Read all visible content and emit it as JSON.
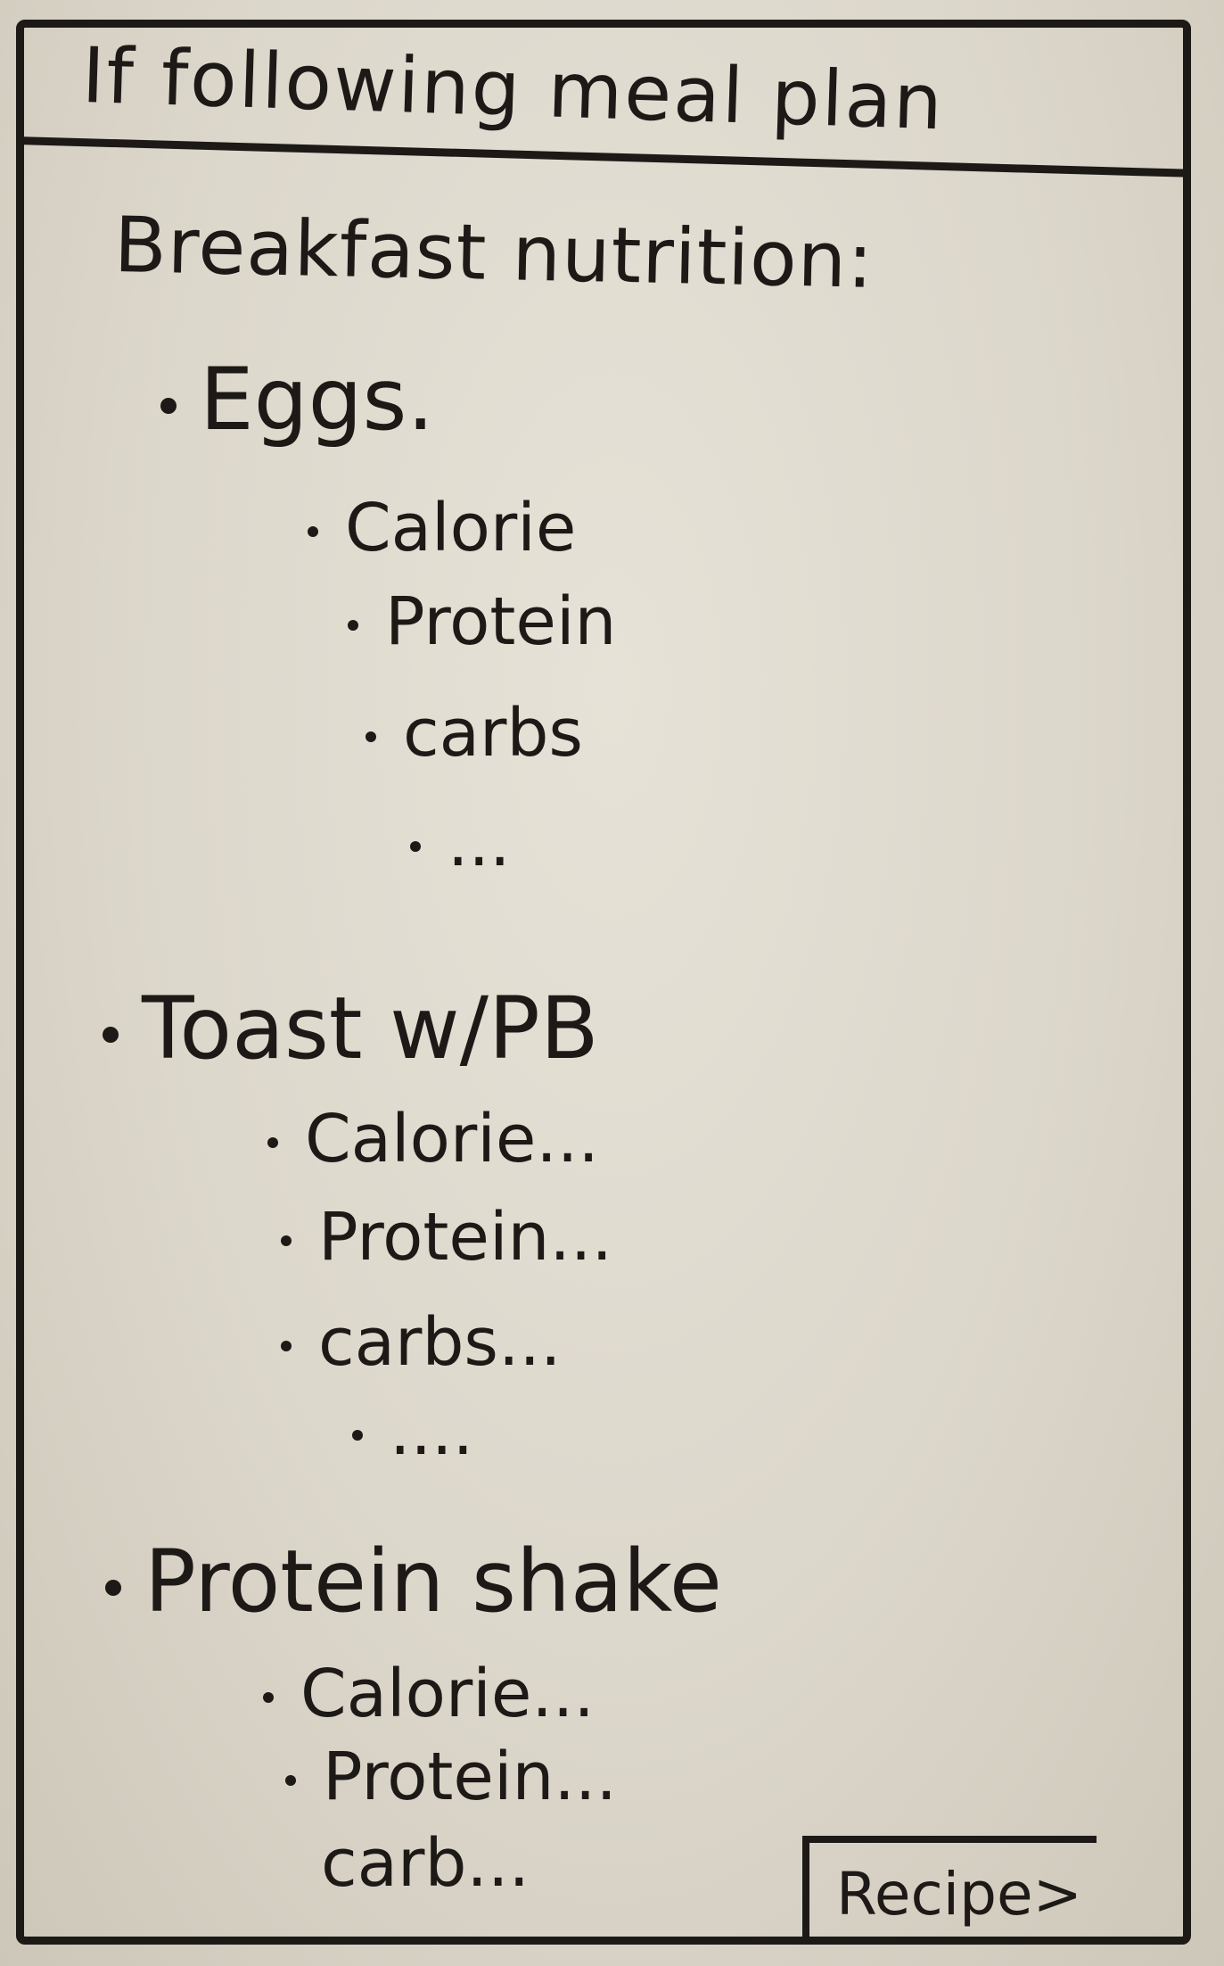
{
  "header": {
    "title": "If following meal plan"
  },
  "main": {
    "heading": "Breakfast nutrition:",
    "foods": [
      {
        "name": "Eggs.",
        "nutrients": [
          "Calorie",
          "Protein",
          "carbs",
          "..."
        ]
      },
      {
        "name": "Toast w/PB",
        "nutrients": [
          "Calorie...",
          "Protein...",
          "carbs...",
          "...."
        ]
      },
      {
        "name": "Protein shake",
        "nutrients": [
          "Calorie...",
          "Protein...",
          "carb..."
        ]
      }
    ]
  },
  "footer": {
    "recipe_label": "Recipe>"
  }
}
